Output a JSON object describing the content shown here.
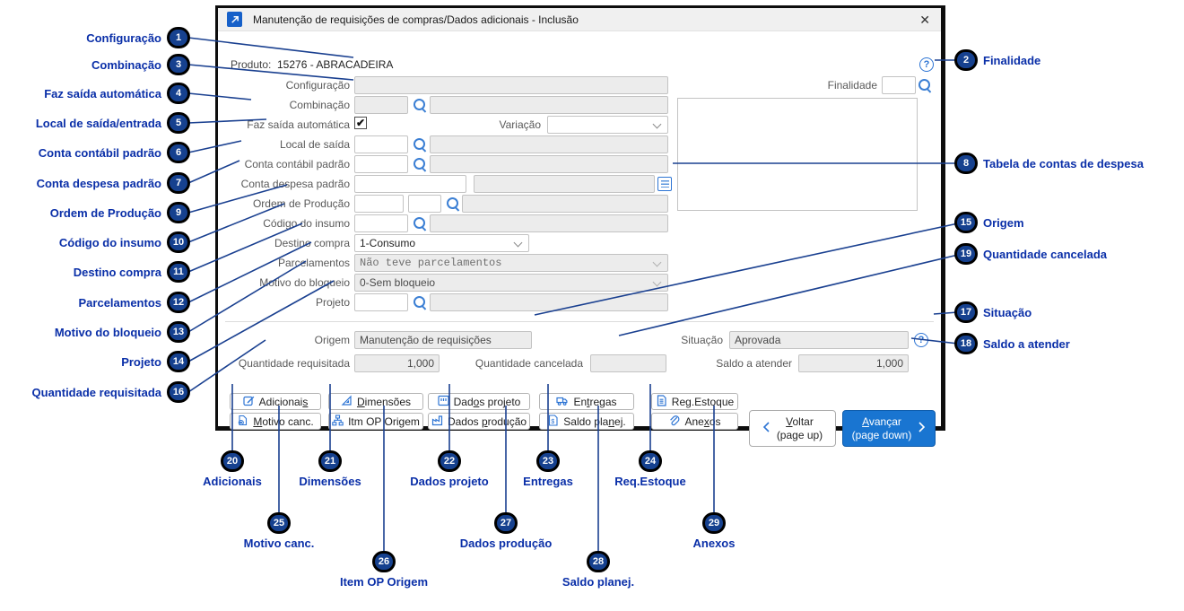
{
  "colors": {
    "line_navy": "#1a4090",
    "bubble_navy": "#16418f",
    "label_blue": "#0a2fa8",
    "button_blue": "#1975d1",
    "icon_blue": "#2e75d4"
  },
  "window": {
    "title": "Manutenção de requisições de compras/Dados adicionais - Inclusão",
    "close_glyph": "✕",
    "help_glyph": "?"
  },
  "product": {
    "label": "Produto:",
    "value": "15276 - ABRACADEIRA"
  },
  "form": {
    "configuracao": {
      "label": "Configuração",
      "value": ""
    },
    "finalidade": {
      "label": "Finalidade",
      "value": ""
    },
    "combinacao": {
      "label": "Combinação",
      "code": "",
      "desc": ""
    },
    "faz_saida": {
      "label": "Faz saída automática",
      "check": "✔"
    },
    "variacao": {
      "label": "Variação",
      "value": ""
    },
    "local_saida": {
      "label": "Local de saída",
      "code": "",
      "desc": ""
    },
    "conta_contabil": {
      "label": "Conta contábil padrão",
      "code": "",
      "desc": ""
    },
    "conta_despesa": {
      "label": "Conta despesa padrão",
      "code": "",
      "desc": ""
    },
    "ordem_producao": {
      "label": "Ordem de Produção",
      "code1": "",
      "code2": "",
      "desc": ""
    },
    "codigo_insumo": {
      "label": "Código do insumo",
      "code": "",
      "desc": ""
    },
    "destino_compra": {
      "label": "Destino compra",
      "value": "1-Consumo"
    },
    "parcelamentos": {
      "label": "Parcelamentos",
      "value": "Não teve parcelamentos"
    },
    "motivo_bloqueio": {
      "label": "Motivo do bloqueio",
      "value": "0-Sem bloqueio"
    },
    "projeto": {
      "label": "Projeto",
      "code": "",
      "desc": ""
    },
    "observacao": {
      "value": ""
    },
    "origem": {
      "label": "Origem",
      "value": "Manutenção de requisições"
    },
    "situacao": {
      "label": "Situação",
      "value": "Aprovada"
    },
    "qtd_requisitada": {
      "label": "Quantidade requisitada",
      "value": "1,000"
    },
    "qtd_cancelada": {
      "label": "Quantidade cancelada",
      "value": ""
    },
    "saldo_atender": {
      "label": "Saldo a atender",
      "value": "1,000"
    }
  },
  "buttons": {
    "adicionais": {
      "pre": "Adicionai",
      "key": "s",
      "post": ""
    },
    "motivo_canc": {
      "pre": "",
      "key": "M",
      "post": "otivo canc."
    },
    "dimensoes": {
      "pre": "",
      "key": "D",
      "post": "imensões"
    },
    "itm_op_origem": {
      "pre": "Itm OP Origem",
      "key": "",
      "post": ""
    },
    "dados_projeto": {
      "pre": "Dad",
      "key": "o",
      "post": "s projeto"
    },
    "dados_producao": {
      "pre": "Dados ",
      "key": "p",
      "post": "rodução"
    },
    "entregas": {
      "pre": "En",
      "key": "t",
      "post": "regas"
    },
    "saldo_planej": {
      "pre": "Saldo pla",
      "key": "n",
      "post": "ej."
    },
    "reg_estoque": {
      "pre": "Re",
      "key": "g",
      "post": ".Estoque"
    },
    "anexos": {
      "pre": "Ane",
      "key": "x",
      "post": "os"
    },
    "voltar": {
      "key": "V",
      "rest": "oltar",
      "sub": "(page up)"
    },
    "avancar": {
      "key": "A",
      "rest": "vançar",
      "sub": "(page down)"
    }
  },
  "callouts": [
    {
      "num": "1",
      "label": "Configuração"
    },
    {
      "num": "2",
      "label": "Finalidade"
    },
    {
      "num": "3",
      "label": "Combinação"
    },
    {
      "num": "4",
      "label": "Faz saída automática"
    },
    {
      "num": "5",
      "label": "Local de saída/entrada"
    },
    {
      "num": "6",
      "label": "Conta contábil padrão"
    },
    {
      "num": "7",
      "label": "Conta despesa padrão"
    },
    {
      "num": "8",
      "label": "Tabela de contas de despesa"
    },
    {
      "num": "9",
      "label": "Ordem de Produção"
    },
    {
      "num": "10",
      "label": "Código do insumo"
    },
    {
      "num": "11",
      "label": "Destino compra"
    },
    {
      "num": "12",
      "label": "Parcelamentos"
    },
    {
      "num": "13",
      "label": "Motivo do bloqueio"
    },
    {
      "num": "14",
      "label": "Projeto"
    },
    {
      "num": "15",
      "label": "Origem"
    },
    {
      "num": "16",
      "label": "Quantidade requisitada"
    },
    {
      "num": "17",
      "label": "Situação"
    },
    {
      "num": "18",
      "label": "Saldo a atender"
    },
    {
      "num": "19",
      "label": "Quantidade cancelada"
    },
    {
      "num": "20",
      "label": "Adicionais"
    },
    {
      "num": "21",
      "label": "Dimensões"
    },
    {
      "num": "22",
      "label": "Dados projeto"
    },
    {
      "num": "23",
      "label": "Entregas"
    },
    {
      "num": "24",
      "label": "Req.Estoque"
    },
    {
      "num": "25",
      "label": "Motivo canc."
    },
    {
      "num": "26",
      "label": "Item OP Origem"
    },
    {
      "num": "27",
      "label": "Dados produção"
    },
    {
      "num": "28",
      "label": "Saldo planej."
    },
    {
      "num": "29",
      "label": "Anexos"
    }
  ]
}
